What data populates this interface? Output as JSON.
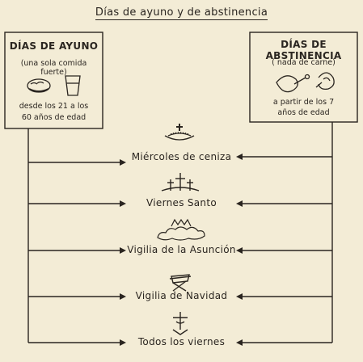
{
  "title": "Días de ayuno y de abstinencia",
  "fasting": {
    "heading": "DÍAS DE AYUNO",
    "subtitle": "(una sola comida fuerte)",
    "age_line1": "desde los 21 a los",
    "age_line2": "60 años de edad"
  },
  "abstinence": {
    "heading": "DÍAS DE ABSTINENCIA",
    "subtitle": "( nada de carne)",
    "age_line1": "a partir de los 7",
    "age_line2": "años de edad"
  },
  "days": [
    {
      "label": "Miércoles de ceniza",
      "icon": "ash-bowl-cross-icon"
    },
    {
      "label": "Viernes Santo",
      "icon": "three-crosses-icon"
    },
    {
      "label": "Vigilia de la Asunción",
      "icon": "clouds-icon"
    },
    {
      "label": "Vigilia de Navidad",
      "icon": "manger-icon"
    },
    {
      "label": "Todos los viernes",
      "icon": "crucifix-icon"
    }
  ],
  "colors": {
    "paper": "#f3ecd6",
    "ink": "#2a2520"
  }
}
